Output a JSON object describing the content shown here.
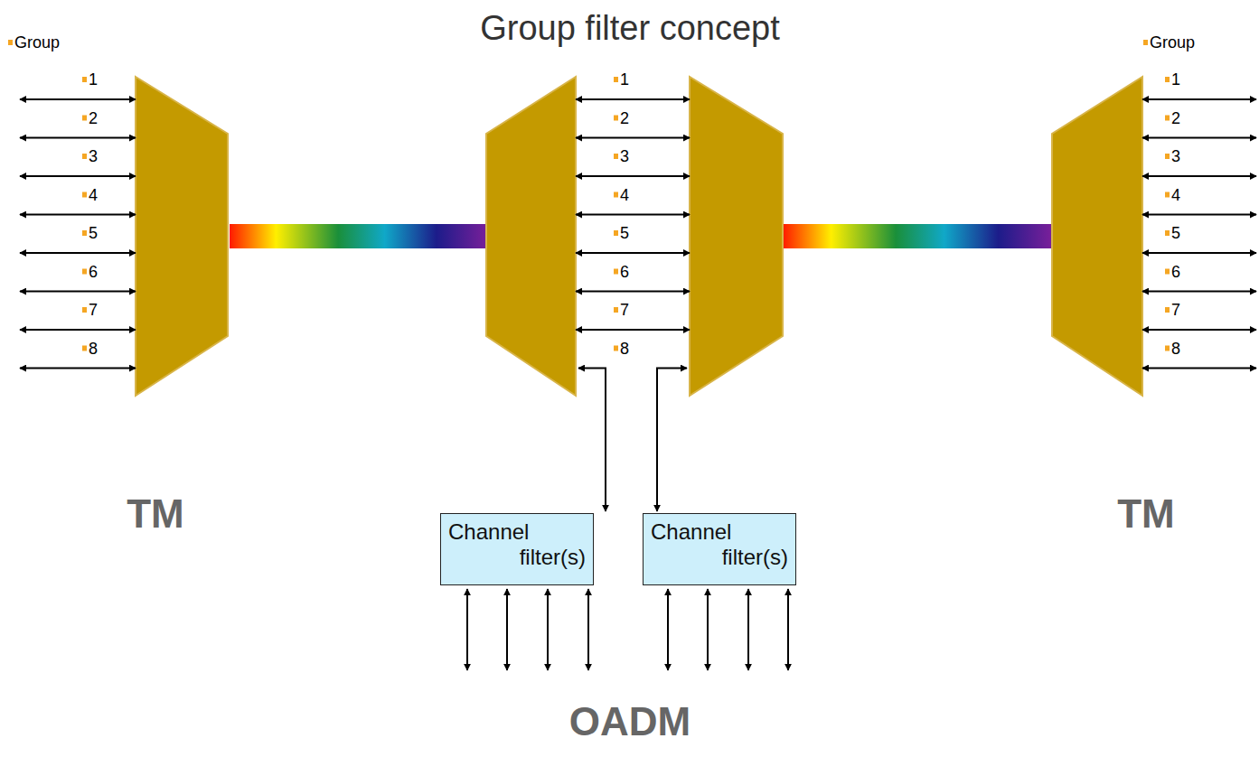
{
  "diagram": {
    "title": "Group filter concept",
    "nodes": [
      {
        "text": [
          "Channel filter(s)"
        ]
      },
      {
        "text": [
          "Channel filter(s)"
        ]
      }
    ],
    "labels": [
      "Group",
      "1",
      "2",
      "3",
      "4",
      "5",
      "6",
      "7",
      "8",
      "1",
      "2",
      "3",
      "4",
      "5",
      "6",
      "7",
      "8",
      "Group",
      "1",
      "2",
      "3",
      "4",
      "5",
      "6",
      "7",
      "8",
      "TM",
      "TM",
      "OADM"
    ]
  }
}
